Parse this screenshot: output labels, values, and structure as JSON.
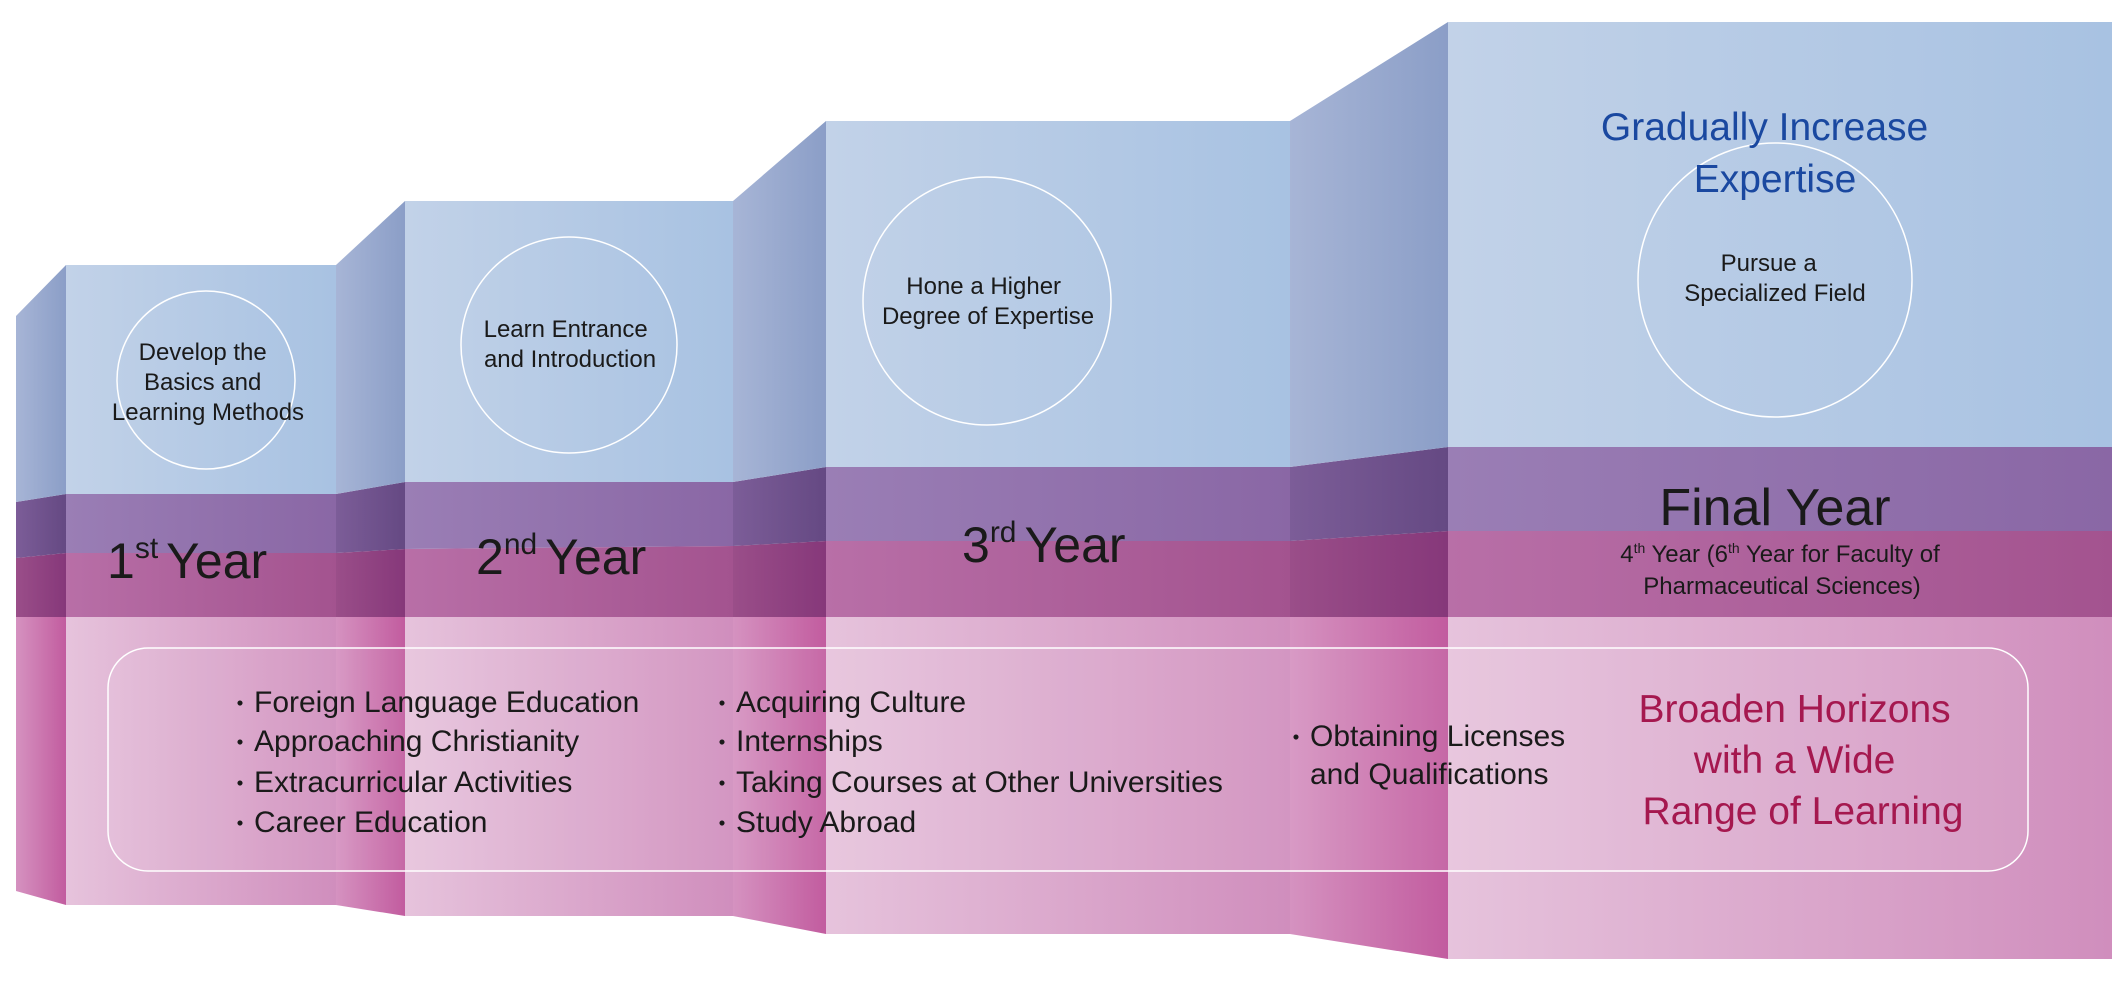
{
  "stages": [
    {
      "goal_lines": [
        "Develop the",
        "Basics and",
        "Learning Methods"
      ],
      "year_number": "1",
      "year_suffix": "st",
      "year_word": "Year"
    },
    {
      "goal_lines": [
        "Learn Entrance",
        "and Introduction"
      ],
      "year_number": "2",
      "year_suffix": "nd",
      "year_word": "Year"
    },
    {
      "goal_lines": [
        "Hone a Higher",
        "Degree of Expertise"
      ],
      "year_number": "3",
      "year_suffix": "rd",
      "year_word": "Year"
    },
    {
      "goal_lines": [
        "Pursue a",
        "Specialized Field"
      ],
      "year_title": "Final Year",
      "year_note_line1": {
        "a": "4",
        "a_sup": "th",
        "b": " Year (6",
        "b_sup": "th",
        "c": " Year for Faculty of"
      },
      "year_note_line2": "Pharmaceutical Sciences)"
    }
  ],
  "expertise_heading": [
    "Gradually Increase",
    "Expertise"
  ],
  "learning_lists": [
    [
      "Foreign Language Education",
      "Approaching Christianity",
      "Extracurricular Activities",
      "Career Education"
    ],
    [
      "Acquiring Culture",
      "Internships",
      "Taking Courses at Other Universities",
      "Study Abroad"
    ],
    [
      "Obtaining Licenses",
      "and Qualifications"
    ]
  ],
  "bullet_glyph": "・",
  "horizons_heading": [
    "Broaden Horizons",
    "with a Wide",
    "Range of Learning"
  ],
  "colors": {
    "top_blue": "#b3c8e2",
    "top_blue_side": "#98a9cc",
    "middle_purple": "#8e6ca8",
    "band_magenta": "#ad5d9a",
    "bottom_pink": "#dcb0cd",
    "bottom_pink_side": "#cc7fae",
    "expertise_text": "#1a48a0",
    "horizons_text": "#a5184f"
  }
}
